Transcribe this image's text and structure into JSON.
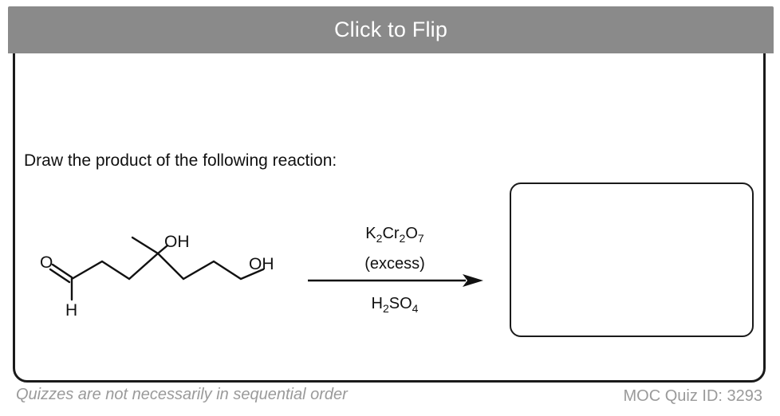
{
  "card": {
    "flip_label": "Click to Flip",
    "question": "Draw the product of the following reaction:"
  },
  "molecule": {
    "atom_o": "O",
    "atom_h": "H",
    "group_oh_top": "OH",
    "group_oh_end": "OH"
  },
  "reagents": {
    "oxidant": {
      "k": "K",
      "k_sub": "2",
      "cr": "Cr",
      "cr_sub": "2",
      "o": "O",
      "o_sub": "7"
    },
    "condition": "(excess)",
    "acid": {
      "h": "H",
      "h_sub": "2",
      "rest": "SO",
      "rest_sub": "4"
    }
  },
  "footer": {
    "note": "Quizzes are not necessarily in sequential order",
    "quiz_id": "MOC Quiz ID: 3293"
  }
}
